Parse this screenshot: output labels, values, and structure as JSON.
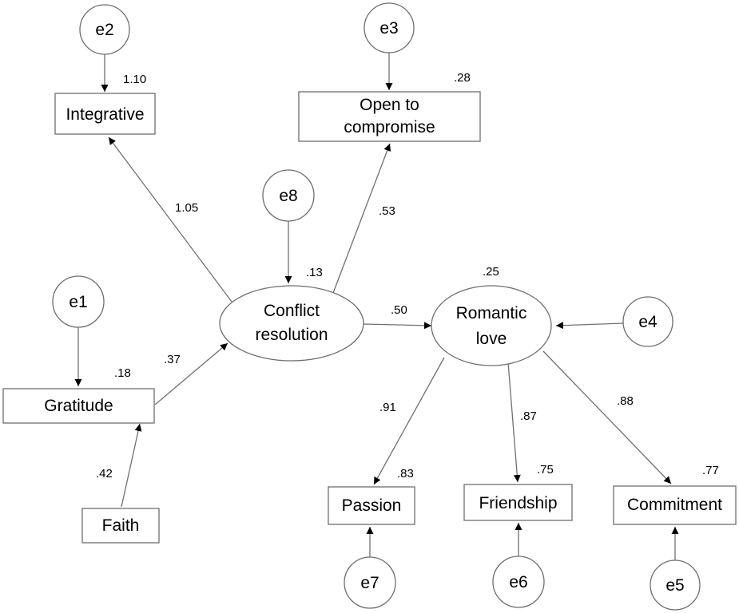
{
  "observed": {
    "integrative": "Integrative",
    "open_line1": "Open to",
    "open_line2": "compromise",
    "gratitude": "Gratitude",
    "faith": "Faith",
    "passion": "Passion",
    "friendship": "Friendship",
    "commitment": "Commitment"
  },
  "latent": {
    "conflict_line1": "Conflict",
    "conflict_line2": "resolution",
    "romantic_line1": "Romantic",
    "romantic_line2": "love"
  },
  "errors": {
    "e1": "e1",
    "e2": "e2",
    "e3": "e3",
    "e4": "e4",
    "e5": "e5",
    "e6": "e6",
    "e7": "e7",
    "e8": "e8"
  },
  "r_squared": {
    "integrative": "1.10",
    "open": ".28",
    "conflict": ".13",
    "romantic": ".25",
    "gratitude": ".18",
    "passion": ".83",
    "friendship": ".75",
    "commitment": ".77"
  },
  "paths": {
    "conflict_to_integrative": "1.05",
    "conflict_to_open": ".53",
    "conflict_to_romantic": ".50",
    "gratitude_to_conflict": ".37",
    "faith_to_gratitude": ".42",
    "romantic_to_passion": ".91",
    "romantic_to_friendship": ".87",
    "romantic_to_commitment": ".88"
  }
}
